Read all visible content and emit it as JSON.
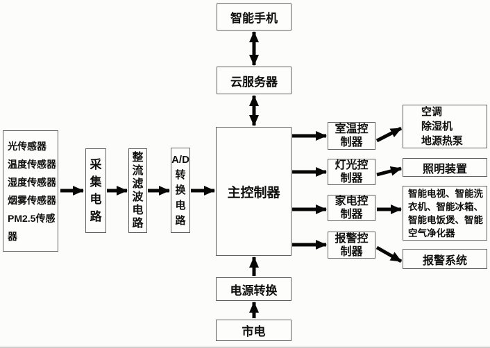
{
  "diagram": {
    "type": "block-diagram",
    "description": "Smart home control system architecture flowchart (Chinese)",
    "colors": {
      "background": "#fcfcfa",
      "box_border": "#5f5f5f",
      "text": "#101010",
      "arrow": "#070707"
    },
    "nodes": {
      "sensors": {
        "label": "光传感器\n温度传感器\n湿度传感器\n烟雾传感器\nPM2.5传感器"
      },
      "acquisition": {
        "label": "采\n集\n电\n路"
      },
      "rectifier": {
        "label": "整\n流\n滤\n波\n电\n路"
      },
      "adc": {
        "label": "A/D\n转\n换\n电\n路"
      },
      "main_controller": {
        "label": "主控制器"
      },
      "smartphone": {
        "label": "智能手机"
      },
      "cloud_server": {
        "label": "云服务器"
      },
      "power_conversion": {
        "label": "电源转换"
      },
      "mains_power": {
        "label": "市电"
      },
      "room_temp_controller": {
        "label": "室温控\n制器"
      },
      "light_controller": {
        "label": "灯光控\n制器"
      },
      "appliance_controller": {
        "label": "家电控\n制器"
      },
      "alarm_controller": {
        "label": "报警控\n制器"
      },
      "hvac_devices": {
        "label": "空调\n除湿机\n地源热泵"
      },
      "lighting_device": {
        "label": "照明装置"
      },
      "smart_appliances": {
        "label": "智能电视、智能洗衣机、智能冰箱、智能电饭煲、智能空气净化器"
      },
      "alarm_system": {
        "label": "报警系统"
      }
    },
    "edges": [
      {
        "from": "sensors",
        "to": "acquisition",
        "direction": "one-way"
      },
      {
        "from": "acquisition",
        "to": "rectifier",
        "direction": "one-way"
      },
      {
        "from": "rectifier",
        "to": "adc",
        "direction": "one-way"
      },
      {
        "from": "adc",
        "to": "main_controller",
        "direction": "one-way"
      },
      {
        "from": "smartphone",
        "to": "cloud_server",
        "direction": "two-way"
      },
      {
        "from": "cloud_server",
        "to": "main_controller",
        "direction": "two-way"
      },
      {
        "from": "power_conversion",
        "to": "main_controller",
        "direction": "one-way"
      },
      {
        "from": "mains_power",
        "to": "power_conversion",
        "direction": "one-way"
      },
      {
        "from": "main_controller",
        "to": "room_temp_controller",
        "direction": "one-way"
      },
      {
        "from": "main_controller",
        "to": "light_controller",
        "direction": "one-way"
      },
      {
        "from": "main_controller",
        "to": "appliance_controller",
        "direction": "one-way"
      },
      {
        "from": "main_controller",
        "to": "alarm_controller",
        "direction": "one-way"
      },
      {
        "from": "room_temp_controller",
        "to": "hvac_devices",
        "direction": "one-way"
      },
      {
        "from": "light_controller",
        "to": "lighting_device",
        "direction": "one-way"
      },
      {
        "from": "appliance_controller",
        "to": "smart_appliances",
        "direction": "one-way"
      },
      {
        "from": "alarm_controller",
        "to": "alarm_system",
        "direction": "one-way"
      }
    ]
  }
}
